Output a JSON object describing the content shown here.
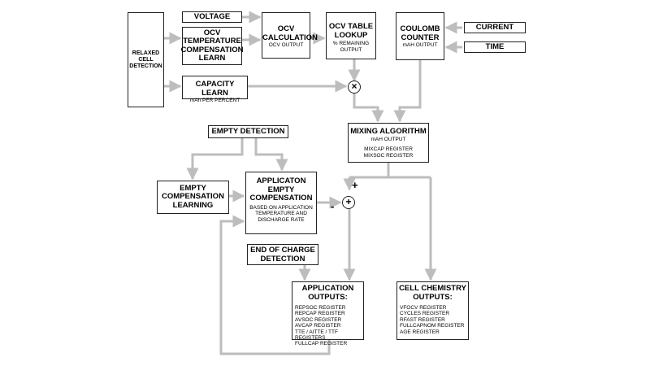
{
  "blocks": {
    "relaxed": {
      "title": "RELAXED\nCELL\nDETECTION"
    },
    "voltage": {
      "title": "VOLTAGE"
    },
    "ocv_temp": {
      "title": "OCV\nTEMPERATURE\nCOMPENSATION\nLEARN"
    },
    "capacity": {
      "title": "CAPACITY LEARN",
      "sub": "mAh PER PERCENT"
    },
    "ocv_calc": {
      "title": "OCV\nCALCULATION",
      "sub": "OCV OUTPUT"
    },
    "ocv_table": {
      "title": "OCV TABLE\nLOOKUP",
      "sub": "% REMAINING\nOUTPUT"
    },
    "coulomb": {
      "title": "COULOMB\nCOUNTER",
      "sub": "mAH OUTPUT"
    },
    "current": {
      "title": "CURRENT"
    },
    "time": {
      "title": "TIME"
    },
    "mixing": {
      "title": "MIXING ALGORITHM",
      "sub": "mAH OUTPUT",
      "sub2": "MIXCAP REGISTER\nMIXSOC REGISTER"
    },
    "empty_det": {
      "title": "EMPTY DETECTION"
    },
    "empty_comp_learn": {
      "title": "EMPTY\nCOMPENSATION\nLEARNING"
    },
    "app_empty": {
      "title": "APPLICATON\nEMPTY\nCOMPENSATION",
      "sub": "BASED ON APPLICATION\nTEMPERATURE AND\nDISCHARGE RATE"
    },
    "eoc": {
      "title": "END OF CHARGE\nDETECTION"
    },
    "app_out": {
      "title": "APPLICATION\nOUTPUTS:",
      "registers": "REPSOC REGISTER\nREPCAP REGISTER\nAVSOC REGISTER\nAVCAP REGISTER\nTTE / AITTE / TTF REGISTERS\nFULLCAP REGISTER"
    },
    "cell_chem": {
      "title": "CELL CHEMISTRY\nOUTPUTS:",
      "registers": "VFOCV REGISTER\nCYCLES REGISTER\nRFAST REGISTER\nFULLCAPNOM REGISTER\nAGE REGISTER"
    }
  },
  "operators": {
    "multiply": "×",
    "sum": "+",
    "plus_sign": "+",
    "minus_sign": "-"
  },
  "colors": {
    "connector": "#bdbdbd",
    "border": "#222222",
    "text": "#000000"
  }
}
